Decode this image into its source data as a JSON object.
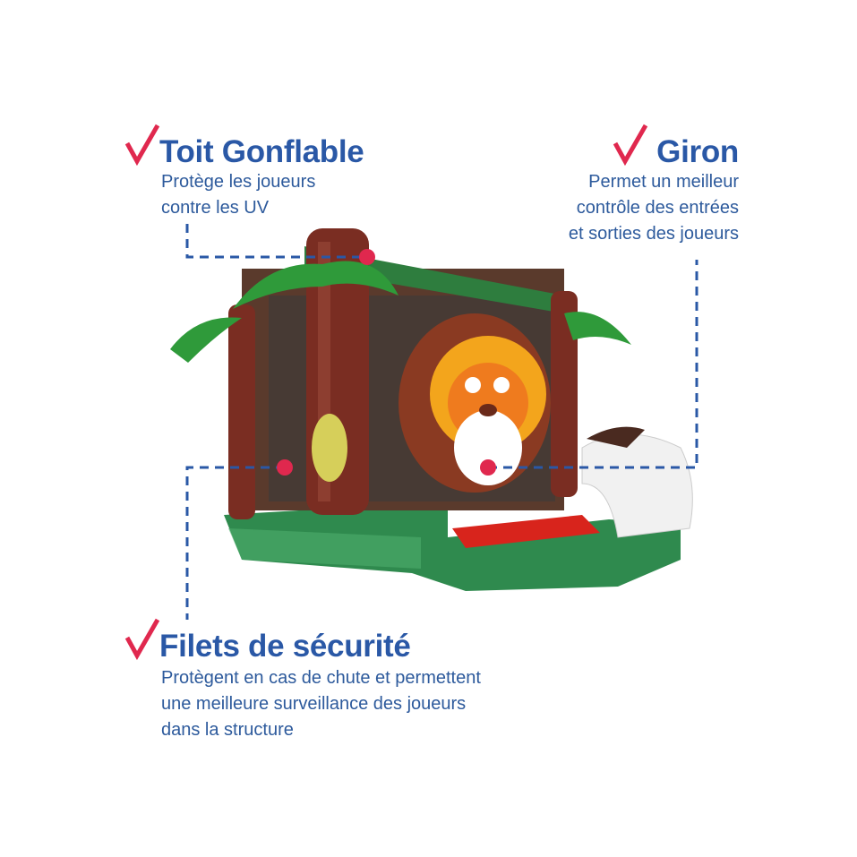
{
  "features": [
    {
      "title": "Toit Gonflable",
      "lines": [
        "Protège les joueurs",
        "contre les UV"
      ]
    },
    {
      "title": "Giron",
      "lines": [
        "Permet un meilleur",
        "contrôle des entrées",
        "et sorties des joueurs"
      ]
    },
    {
      "title": "Filets de sécurité",
      "lines": [
        "Protègent en cas de chute et permettent",
        "une meilleure surveillance des joueurs",
        "dans la structure"
      ]
    }
  ],
  "colors": {
    "title": "#2a58a6",
    "text": "#2d5a9c",
    "check": "#e0284e",
    "dot": "#e0284e",
    "line": "#2a58a6"
  }
}
